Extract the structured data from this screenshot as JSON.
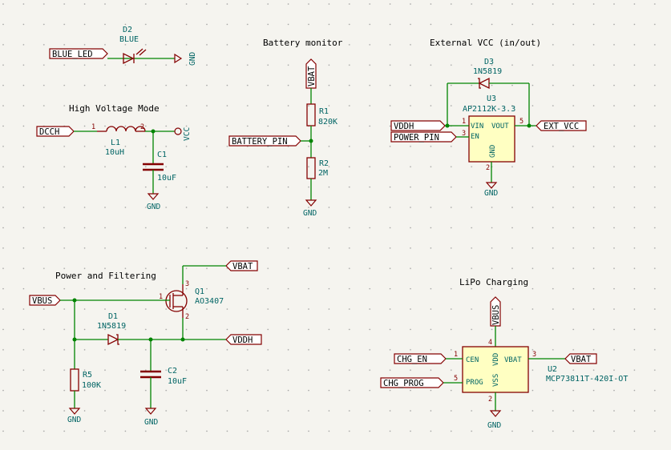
{
  "titles": {
    "battery_monitor": "Battery monitor",
    "external_vcc": "External VCC (in/out)",
    "high_voltage": "High Voltage Mode",
    "power_filtering": "Power and Filtering",
    "lipo_charging": "LiPo Charging"
  },
  "components": {
    "d2": {
      "ref": "D2",
      "value": "BLUE"
    },
    "l1": {
      "ref": "L1",
      "value": "10uH",
      "pin1": "1",
      "pin2": "2"
    },
    "c1": {
      "ref": "C1",
      "value": "10uF"
    },
    "r1": {
      "ref": "R1",
      "value": "820K"
    },
    "r2": {
      "ref": "R2",
      "value": "2M"
    },
    "d3": {
      "ref": "D3",
      "value": "1N5819"
    },
    "u3": {
      "ref": "U3",
      "value": "AP2112K-3.3",
      "pin_vin": "VIN",
      "pin_en": "EN",
      "pin_vout": "VOUT",
      "pin_gnd": "GND",
      "n1": "1",
      "n3": "3",
      "n5": "5",
      "n2": "2"
    },
    "q1": {
      "ref": "Q1",
      "value": "AO3407",
      "n1": "1",
      "n2": "2",
      "n3": "3"
    },
    "d1": {
      "ref": "D1",
      "value": "1N5819"
    },
    "r5": {
      "ref": "R5",
      "value": "100K"
    },
    "c2": {
      "ref": "C2",
      "value": "10uF"
    },
    "u2": {
      "ref": "U2",
      "value": "MCP73811T-420I-OT",
      "pin_cen": "CEN",
      "pin_prog": "PROG",
      "pin_vdd": "VDD",
      "pin_vss": "VSS",
      "pin_vbat": "VBAT",
      "n1": "1",
      "n2": "2",
      "n3": "3",
      "n4": "4",
      "n5": "5"
    }
  },
  "nets": {
    "blue_led": "BLUE_LED",
    "dcch": "DCCH",
    "vbat": "VBAT",
    "battery_pin": "BATTERY_PIN",
    "vddh": "VDDH",
    "power_pin": "POWER_PIN",
    "ext_vcc": "EXT_VCC",
    "vbus": "VBUS",
    "chg_en": "CHG_EN",
    "chg_prog": "CHG_PROG"
  },
  "power": {
    "gnd": "GND",
    "vcc": "VCC"
  },
  "colors": {
    "wire": "#008400",
    "symbol": "#840000",
    "body_fill": "#ffffc2",
    "text_ref": "#006464",
    "background": "#f5f4ef"
  }
}
